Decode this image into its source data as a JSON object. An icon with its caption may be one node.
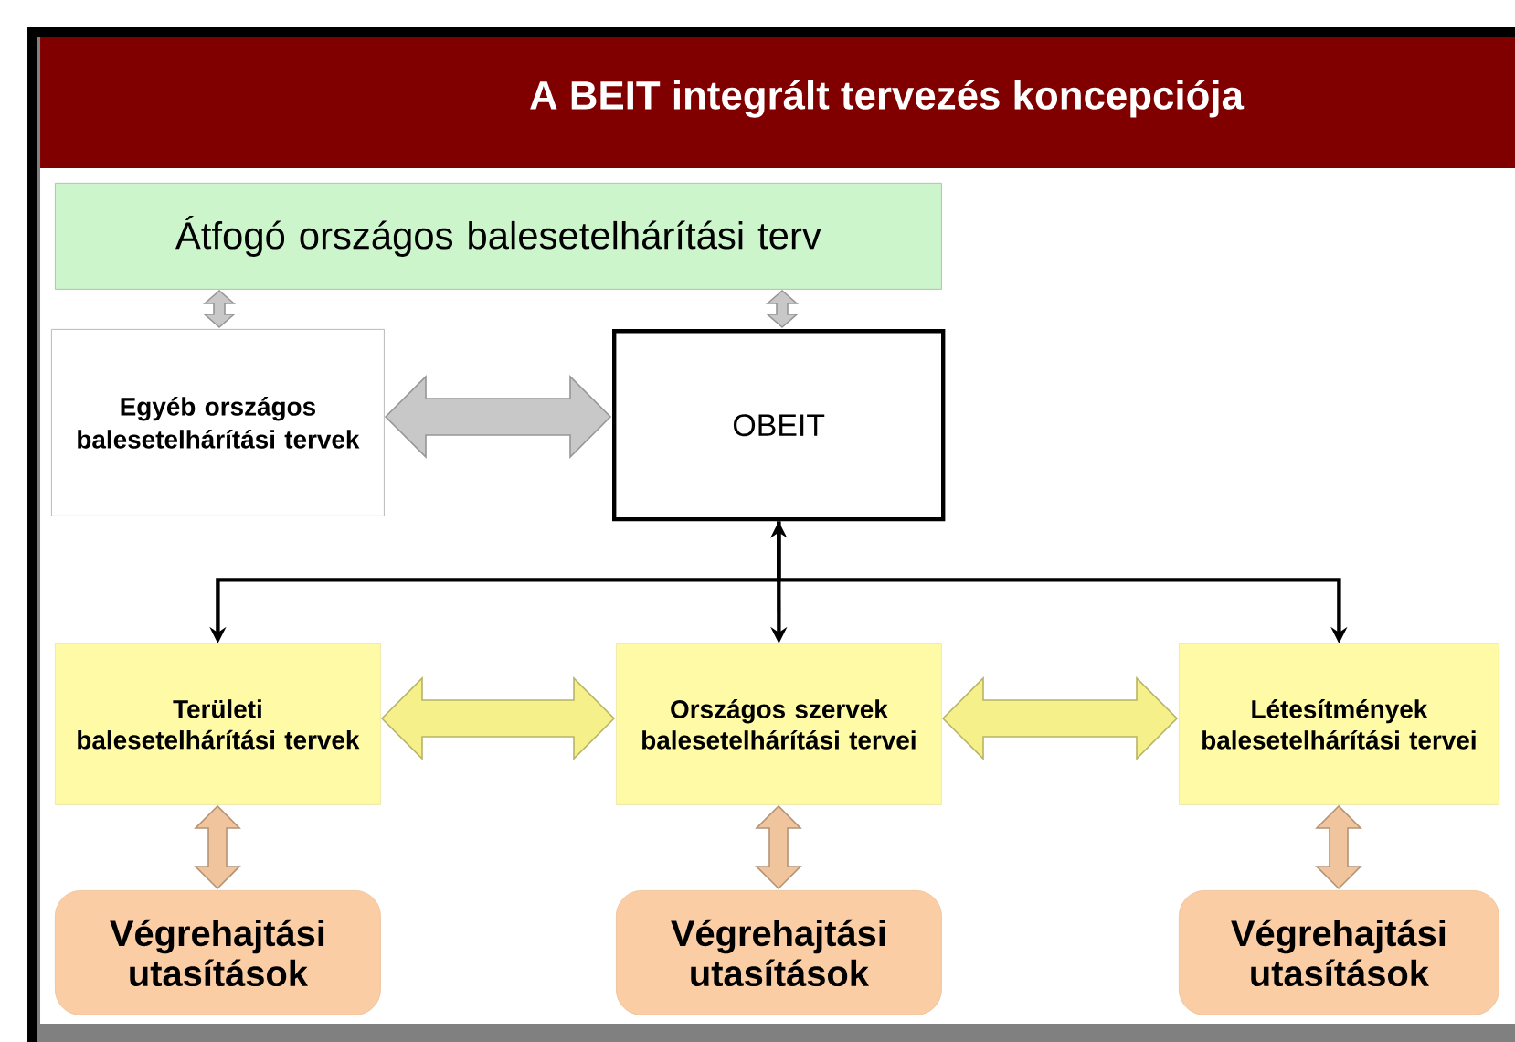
{
  "diagram": {
    "title": "A BEIT integrált tervezés koncepciója",
    "nodes": [
      {
        "text": [
          "Átfogó országos balesetelhárítási terv"
        ]
      },
      {
        "text": [
          "Egyéb országos balesetelhárítási tervek"
        ]
      },
      {
        "text": [
          "OBEIT"
        ]
      },
      {
        "text": [
          "Területi balesetelhárítási tervek"
        ]
      },
      {
        "text": [
          "Országos szervek balesetelhárítási tervei"
        ]
      },
      {
        "text": [
          "Létesítmények balesetelhárítási tervei"
        ]
      },
      {
        "text": [
          "Végrehajtási utasítások"
        ]
      },
      {
        "text": [
          "Végrehajtási utasítások"
        ]
      },
      {
        "text": [
          "Végrehajtási utasítások"
        ]
      }
    ],
    "edges": [
      {
        "from": 0,
        "to": 1,
        "arrow": "both",
        "style": "thick",
        "color": "#c8c8c8"
      },
      {
        "from": 0,
        "to": 2,
        "arrow": "both",
        "style": "thick",
        "color": "#c8c8c8"
      },
      {
        "from": 1,
        "to": 2,
        "arrow": "both",
        "style": "thick",
        "color": "#c8c8c8"
      },
      {
        "from": 2,
        "to": 3,
        "arrow": "to",
        "color": "#000000"
      },
      {
        "from": 2,
        "to": 4,
        "arrow": "both",
        "color": "#000000"
      },
      {
        "from": 2,
        "to": 5,
        "arrow": "to",
        "color": "#000000"
      },
      {
        "from": 3,
        "to": 4,
        "arrow": "both",
        "style": "thick",
        "color": "#f5f08a"
      },
      {
        "from": 4,
        "to": 5,
        "arrow": "both",
        "style": "thick",
        "color": "#f5f08a"
      },
      {
        "from": 3,
        "to": 6,
        "arrow": "both",
        "style": "thick",
        "color": "#f0c49c"
      },
      {
        "from": 4,
        "to": 7,
        "arrow": "both",
        "style": "thick",
        "color": "#f0c49c"
      },
      {
        "from": 5,
        "to": 8,
        "arrow": "both",
        "style": "thick",
        "color": "#f0c49c"
      }
    ]
  }
}
